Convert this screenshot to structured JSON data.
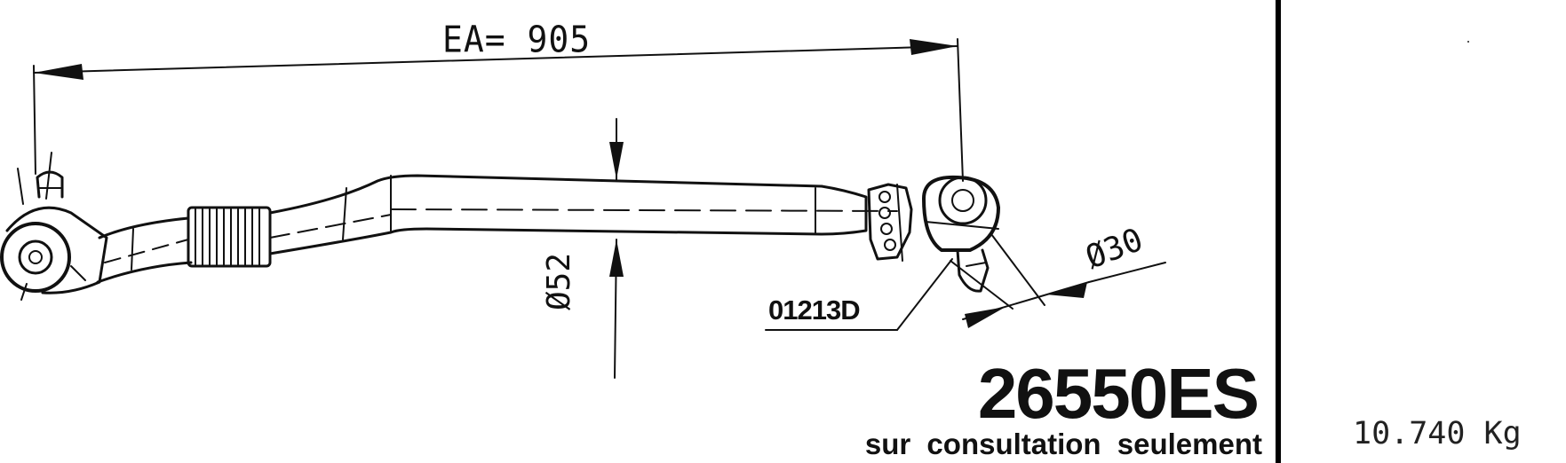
{
  "dimensions": {
    "center_distance": "EA= 905",
    "tube_diameter": "Ø52",
    "ball_pin_diameter": "Ø30"
  },
  "callouts": {
    "clamp_reference": "01213D"
  },
  "title_block": {
    "part_number": "26550ES",
    "availability": "sur consultation seulement"
  },
  "side_panel": {
    "weight": "10.740 Kg"
  },
  "colors": {
    "ink": "#111111",
    "paper": "#ffffff"
  }
}
